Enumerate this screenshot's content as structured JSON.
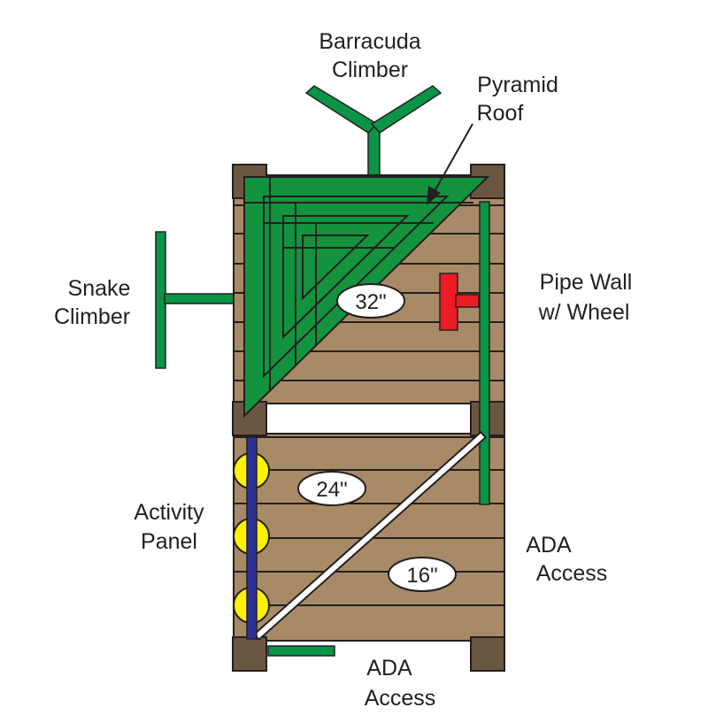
{
  "labels": {
    "barracuda": [
      "Barracuda",
      "Climber"
    ],
    "pyramid": [
      "Pyramid",
      "Roof"
    ],
    "snake": [
      "Snake",
      "Climber"
    ],
    "pipe_wall": [
      "Pipe Wall",
      "w/ Wheel"
    ],
    "activity": [
      "Activity",
      "Panel"
    ],
    "ada_right": [
      "ADA",
      "Access"
    ],
    "ada_bottom": [
      "ADA",
      "Access"
    ]
  },
  "heights": {
    "upper": "32\"",
    "middle": "24\"",
    "lower": "16\""
  },
  "colors": {
    "deck_wood": "#a88a66",
    "post_brown": "#6b5741",
    "roof_green": "#13933e",
    "climber_green": "#0a9446",
    "wheel_red": "#ed1c24",
    "panel_yellow": "#fff200",
    "panel_bar_blue": "#2e3192",
    "outline": "#231f20"
  },
  "icons": {
    "steering_wheel": "red-t-wheel-icon",
    "activity_dial": "yellow-circle-icon"
  }
}
